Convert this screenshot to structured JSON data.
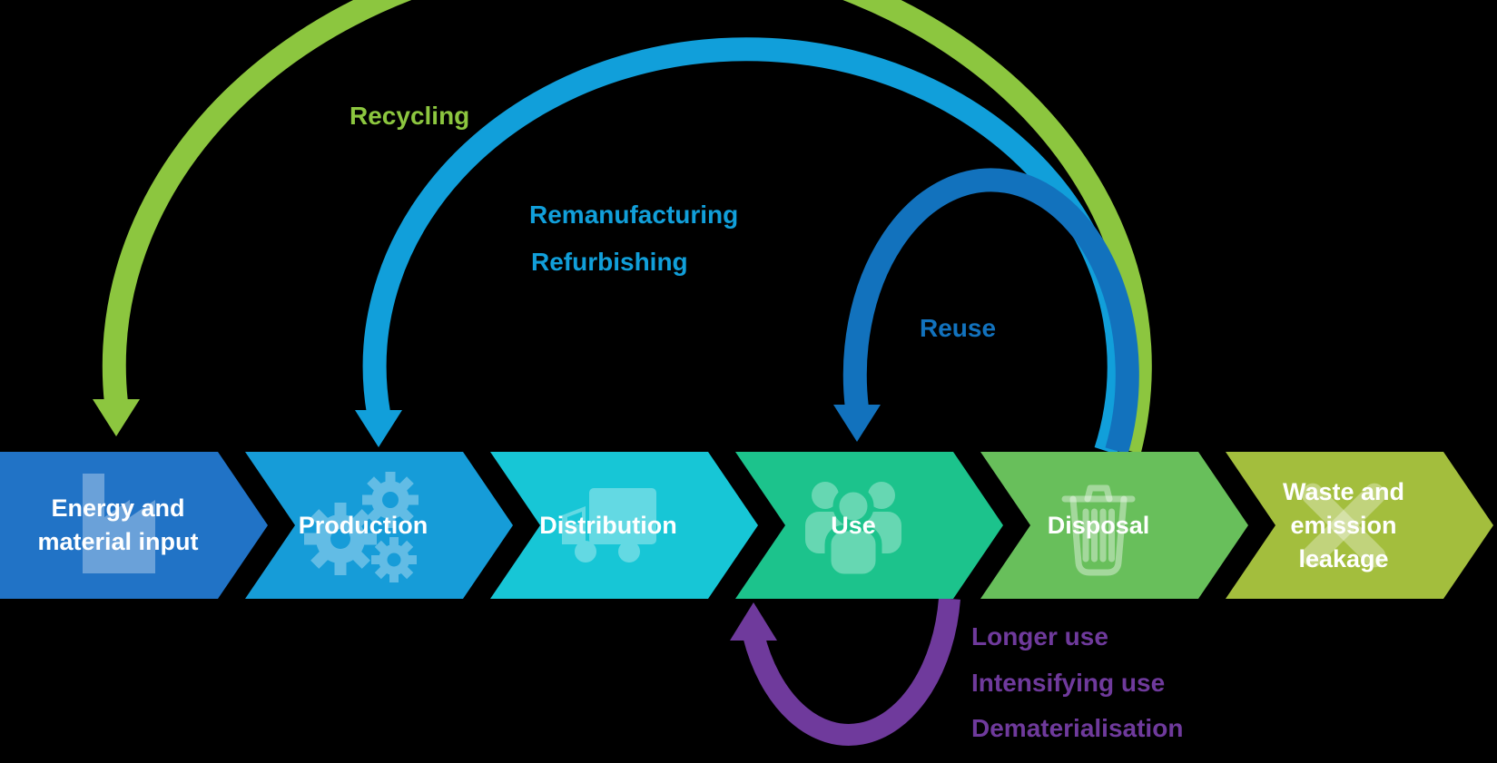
{
  "background_color": "#000000",
  "stage_label_color": "#FFFFFF",
  "icon_tint": "rgba(255,255,255,0.33)",
  "stages": [
    {
      "label": "Energy and material input",
      "color": "#2173C6",
      "icon": "factory-icon"
    },
    {
      "label": "Production",
      "color": "#169CD8",
      "icon": "gears-icon"
    },
    {
      "label": "Distribution",
      "color": "#17C6D6",
      "icon": "truck-icon"
    },
    {
      "label": "Use",
      "color": "#1CC38C",
      "icon": "people-icon"
    },
    {
      "label": "Disposal",
      "color": "#68BF5B",
      "icon": "trash-icon"
    },
    {
      "label": "Waste and emission leakage",
      "color": "#A3BE3D",
      "icon": "cross-icon"
    }
  ],
  "loops": [
    {
      "label": "Recycling",
      "color": "#8CC63F",
      "from": "Disposal",
      "to": "Energy and material input",
      "position": "top"
    },
    {
      "label": "Remanufacturing",
      "label_line2": "Refurbishing",
      "color": "#119FDA",
      "from": "Disposal",
      "to": "Production",
      "position": "top"
    },
    {
      "label": "Reuse",
      "color": "#1272BD",
      "from": "Disposal",
      "to": "Use",
      "position": "top"
    },
    {
      "labels": [
        "Longer use",
        "Intensifying use",
        "Dematerialisation"
      ],
      "color": "#6F3A9C",
      "from": "Disposal",
      "to": "Use",
      "position": "bottom"
    }
  ]
}
